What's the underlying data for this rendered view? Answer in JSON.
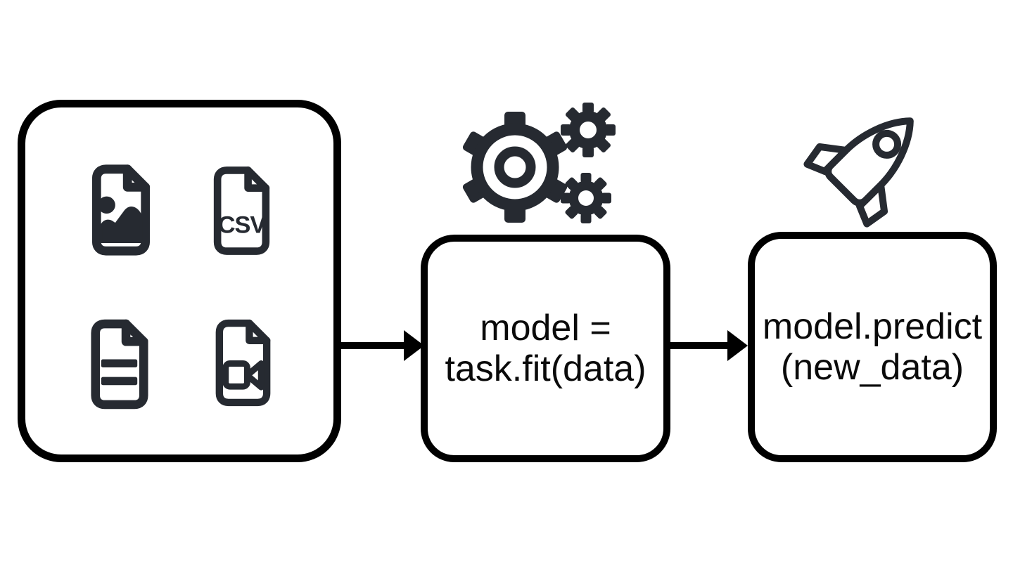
{
  "colors": {
    "box_stroke": "#000000",
    "pictogram": "#262a31",
    "text": "#0a0a0a",
    "background": "#ffffff"
  },
  "flow": {
    "data_box": {
      "icons": [
        {
          "name": "image-file-icon"
        },
        {
          "name": "csv-file-icon",
          "label": "CSV"
        },
        {
          "name": "text-file-icon"
        },
        {
          "name": "video-file-icon"
        }
      ]
    },
    "fit_box": {
      "icon": "gears-icon",
      "line1": "model =",
      "line2": "task.fit(data)"
    },
    "predict_box": {
      "icon": "rocket-icon",
      "line1": "model.predict",
      "line2": "(new_data)"
    }
  }
}
